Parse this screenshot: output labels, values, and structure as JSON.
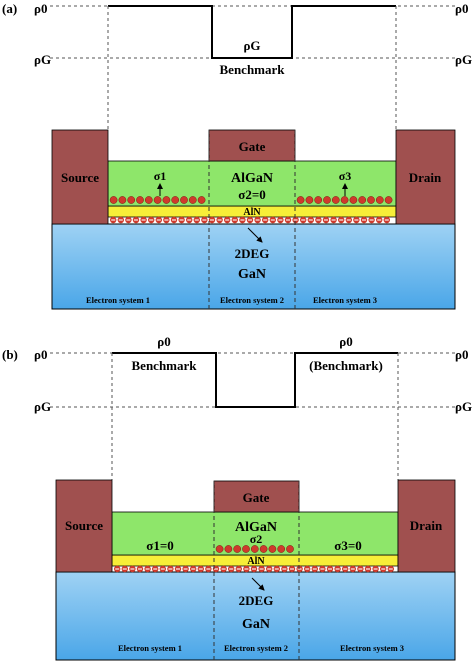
{
  "colors": {
    "contact": "#a0504f",
    "algan": "#8ee66a",
    "aln": "#f7ee38",
    "gan_top": "#9fd2f4",
    "gan_bottom": "#4aa6e8",
    "dot": "#cf3a2c",
    "line": "#000000",
    "dash": "#555555"
  },
  "panel_a": {
    "label": "(a)",
    "rho0_left": "ρ0",
    "rho0_right": "ρ0",
    "rhoG_left": "ρG",
    "rhoG_right": "ρG",
    "rhoG_center": "ρG",
    "benchmark": "Benchmark",
    "source": "Source",
    "drain": "Drain",
    "gate": "Gate",
    "algan": "AlGaN",
    "sigma1": "σ1",
    "sigma2": "σ2=0",
    "sigma3": "σ3",
    "aln": "AlN",
    "twodeg": "2DEG",
    "gan": "GaN",
    "es1": "Electron system 1",
    "es2": "Electron system 2",
    "es3": "Electron system 3"
  },
  "panel_b": {
    "label": "(b)",
    "rho0_left": "ρ0",
    "rho0_right": "ρ0",
    "rhoG_left": "ρG",
    "rhoG_right": "ρG",
    "rho0_mid_left": "ρ0",
    "rho0_mid_right": "ρ0",
    "benchmark_left": "Benchmark",
    "benchmark_right": "(Benchmark)",
    "source": "Source",
    "drain": "Drain",
    "gate": "Gate",
    "algan": "AlGaN",
    "sigma1": "σ1=0",
    "sigma2": "σ2",
    "sigma3": "σ3=0",
    "aln": "AlN",
    "twodeg": "2DEG",
    "gan": "GaN",
    "es1": "Electron system 1",
    "es2": "Electron system 2",
    "es3": "Electron system 3"
  }
}
